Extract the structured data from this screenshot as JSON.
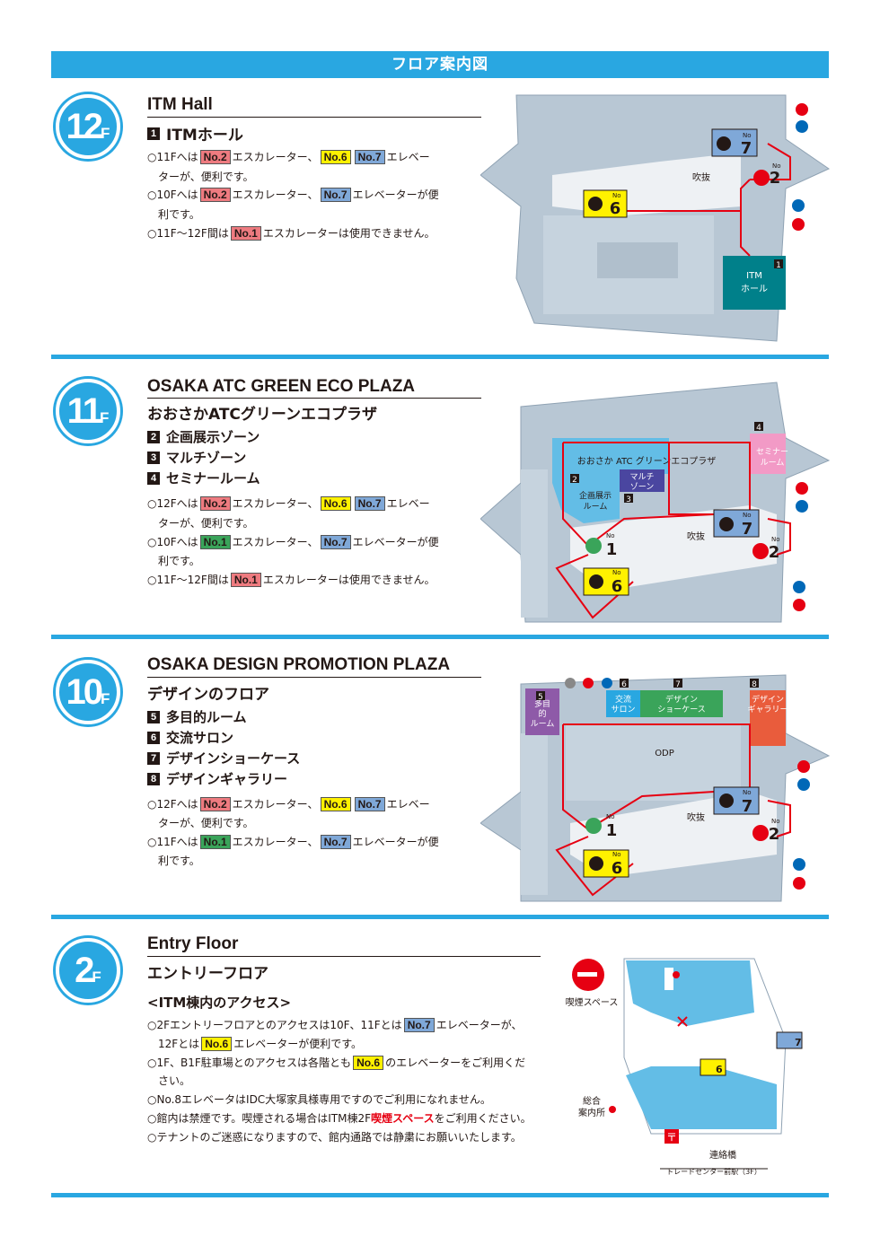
{
  "header": {
    "title": "フロア案内図"
  },
  "floor12": {
    "badge_num": "12",
    "badge_f": "F",
    "title": "ITM Hall",
    "rooms": [
      {
        "num": "1",
        "label": "ITMホール"
      }
    ],
    "notes": [
      {
        "pre": "○11Fへは",
        "tags": [
          [
            "No.2",
            "red"
          ]
        ],
        "mid": "エスカレーター、",
        "tags2": [
          [
            "No.6",
            "yellow"
          ],
          [
            "No.7",
            "blue"
          ]
        ],
        "post": "エレベー"
      },
      {
        "text": "ターが、便利です。"
      },
      {
        "pre": "○10Fへは",
        "tags": [
          [
            "No.2",
            "red"
          ]
        ],
        "mid": "エスカレーター、",
        "tags2": [
          [
            "No.7",
            "blue"
          ]
        ],
        "post": "エレベーターが便"
      },
      {
        "text": "利です。"
      },
      {
        "pre": "○11F～12F間は",
        "tags": [
          [
            "No.1",
            "red"
          ]
        ],
        "mid": "エスカレーターは使用できません。"
      }
    ],
    "map": {
      "atrium": "吹抜",
      "hall_label_1": "ITM",
      "hall_label_2": "ホール",
      "hall_num": "1",
      "no": "No",
      "n7": "7",
      "n2": "2",
      "n6": "6"
    }
  },
  "floor11": {
    "badge_num": "11",
    "badge_f": "F",
    "title": "OSAKA ATC GREEN ECO PLAZA",
    "subtitle": "おおさかATCグリーンエコプラザ",
    "rooms": [
      {
        "num": "2",
        "label": "企画展示ゾーン"
      },
      {
        "num": "3",
        "label": "マルチゾーン"
      },
      {
        "num": "4",
        "label": "セミナールーム"
      }
    ],
    "notes": [
      {
        "pre": "○12Fへは",
        "tags": [
          [
            "No.2",
            "red"
          ]
        ],
        "mid": "エスカレーター、",
        "tags2": [
          [
            "No.6",
            "yellow"
          ],
          [
            "No.7",
            "blue"
          ]
        ],
        "post": "エレベー"
      },
      {
        "text": "ターが、便利です。"
      },
      {
        "pre": "○10Fへは",
        "tags": [
          [
            "No.1",
            "green"
          ]
        ],
        "mid": "エスカレーター、",
        "tags2": [
          [
            "No.7",
            "blue"
          ]
        ],
        "post": "エレベーターが便"
      },
      {
        "text": "利です。"
      },
      {
        "pre": "○11F～12F間は",
        "tags": [
          [
            "No.1",
            "red"
          ]
        ],
        "mid": "エスカレーターは使用できません。"
      }
    ],
    "map": {
      "plaza": "おおさか ATC グリーンエコプラザ",
      "zone2_1": "企画展示",
      "zone2_2": "ルーム",
      "zone3_1": "マルチ",
      "zone3_2": "ゾーン",
      "zone4_1": "セミナー",
      "zone4_2": "ルーム",
      "atrium": "吹抜",
      "no": "No",
      "n1": "1",
      "n2": "2",
      "n6": "6",
      "n7": "7",
      "num2": "2",
      "num3": "3",
      "num4": "4"
    }
  },
  "floor10": {
    "badge_num": "10",
    "badge_f": "F",
    "title": "OSAKA DESIGN PROMOTION PLAZA",
    "subtitle": "デザインのフロア",
    "rooms": [
      {
        "num": "5",
        "label": "多目的ルーム"
      },
      {
        "num": "6",
        "label": "交流サロン"
      },
      {
        "num": "7",
        "label": "デザインショーケース"
      },
      {
        "num": "8",
        "label": "デザインギャラリー"
      }
    ],
    "notes": [
      {
        "pre": "○12Fへは",
        "tags": [
          [
            "No.2",
            "red"
          ]
        ],
        "mid": "エスカレーター、",
        "tags2": [
          [
            "No.6",
            "yellow"
          ],
          [
            "No.7",
            "blue"
          ]
        ],
        "post": "エレベー"
      },
      {
        "text": "ターが、便利です。"
      },
      {
        "pre": "○11Fへは",
        "tags": [
          [
            "No.1",
            "green"
          ]
        ],
        "mid": "エスカレーター、",
        "tags2": [
          [
            "No.7",
            "blue"
          ]
        ],
        "post": "エレベーターが便"
      },
      {
        "text": "利です。"
      }
    ],
    "map": {
      "r5_1": "多目",
      "r5_2": "的",
      "r5_3": "ルーム",
      "r6_1": "交流",
      "r6_2": "サロン",
      "r7_1": "デザイン",
      "r7_2": "ショーケース",
      "r8_1": "デザイン",
      "r8_2": "ギャラリー",
      "odp": "ODP",
      "atrium": "吹抜",
      "no": "No",
      "n1": "1",
      "n2": "2",
      "n6": "6",
      "n7": "7",
      "num5": "5",
      "num6": "6",
      "num7": "7",
      "num8": "8"
    }
  },
  "floor2": {
    "badge_num": "2",
    "badge_f": "F",
    "title": "Entry Floor",
    "subtitle": "エントリーフロア",
    "access_heading": "<ITM棟内のアクセス>",
    "notes": [
      {
        "pre": "○2Fエントリーフロアとのアクセスは10F、11Fとは",
        "tags": [
          [
            "No.7",
            "blue"
          ]
        ],
        "mid": "エレベーターが、"
      },
      {
        "pre": "　12Fとは",
        "tags": [
          [
            "No.6",
            "yellow"
          ]
        ],
        "mid": "エレベーターが便利です。"
      },
      {
        "pre": "○1F、B1F駐車場とのアクセスは各階とも",
        "tags": [
          [
            "No.6",
            "yellow"
          ]
        ],
        "mid": "のエレベーターをご利用くだ"
      },
      {
        "text": "　さい。"
      },
      {
        "text": "○No.8エレベータはIDC大塚家具様専用ですのでご利用になれません。"
      },
      {
        "pre": "○館内は禁煙です。喫煙される場合はITM棟2F",
        "red": "喫煙スペース",
        "post": "をご利用ください。"
      },
      {
        "text": "○テナントのご迷惑になりますので、館内通路では静粛にお願いいたします。"
      }
    ],
    "map": {
      "smoking": "喫煙スペース",
      "info_1": "総合",
      "info_2": "案内所",
      "bridge": "連絡橋",
      "station": "トレードセンター前駅（3F）",
      "n6": "6",
      "n7": "7"
    }
  },
  "colors": {
    "accent": "#29a7e1",
    "red_tag": "#ee7b80",
    "yellow_tag": "#fff100",
    "blue_tag": "#7fa8d8",
    "green_tag": "#3aa45a",
    "hall": "#00808a",
    "route": "#e60012"
  }
}
